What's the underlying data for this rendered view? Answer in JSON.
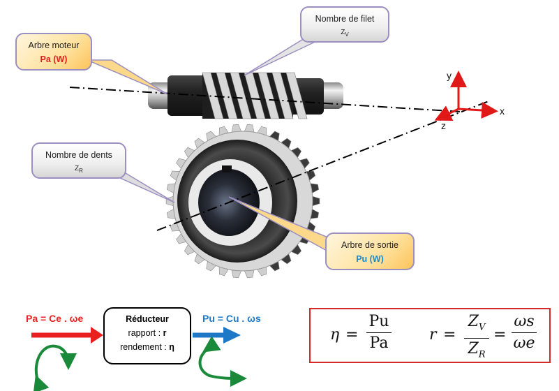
{
  "callouts": {
    "arbre_moteur": {
      "title": "Arbre moteur",
      "value": "Pa (W)"
    },
    "nombre_filet": {
      "title": "Nombre de filet",
      "symbol": "Z",
      "subscript": "V"
    },
    "nombre_dents": {
      "title": "Nombre de dents",
      "symbol": "Z",
      "subscript": "R"
    },
    "arbre_sortie": {
      "title": "Arbre de sortie",
      "value": "Pu (W)"
    }
  },
  "axes": {
    "x": "x",
    "y": "y",
    "z": "z"
  },
  "flow": {
    "input_formula": "Pa = Ce . ωe",
    "output_formula": "Pu = Cu . ωs",
    "reducer": {
      "title": "Réducteur",
      "line1_label": "rapport : ",
      "line1_value": "r",
      "line2_label": "rendement : ",
      "line2_value": "η"
    }
  },
  "equations": {
    "eta": {
      "lhs": "η",
      "eq": "=",
      "num": "Pu",
      "den": "Pa"
    },
    "r": {
      "lhs": "r",
      "eq": "=",
      "num1": "Z",
      "num1_sub": "V",
      "den1": "Z",
      "den1_sub": "R",
      "eq2": "=",
      "num2": "ωs",
      "den2": "ωe"
    }
  },
  "colors": {
    "input": "#e82020",
    "output": "#1e78c8",
    "rotation": "#1a8a3a",
    "axes": "#e01818",
    "box_border": "#d42a2a"
  }
}
